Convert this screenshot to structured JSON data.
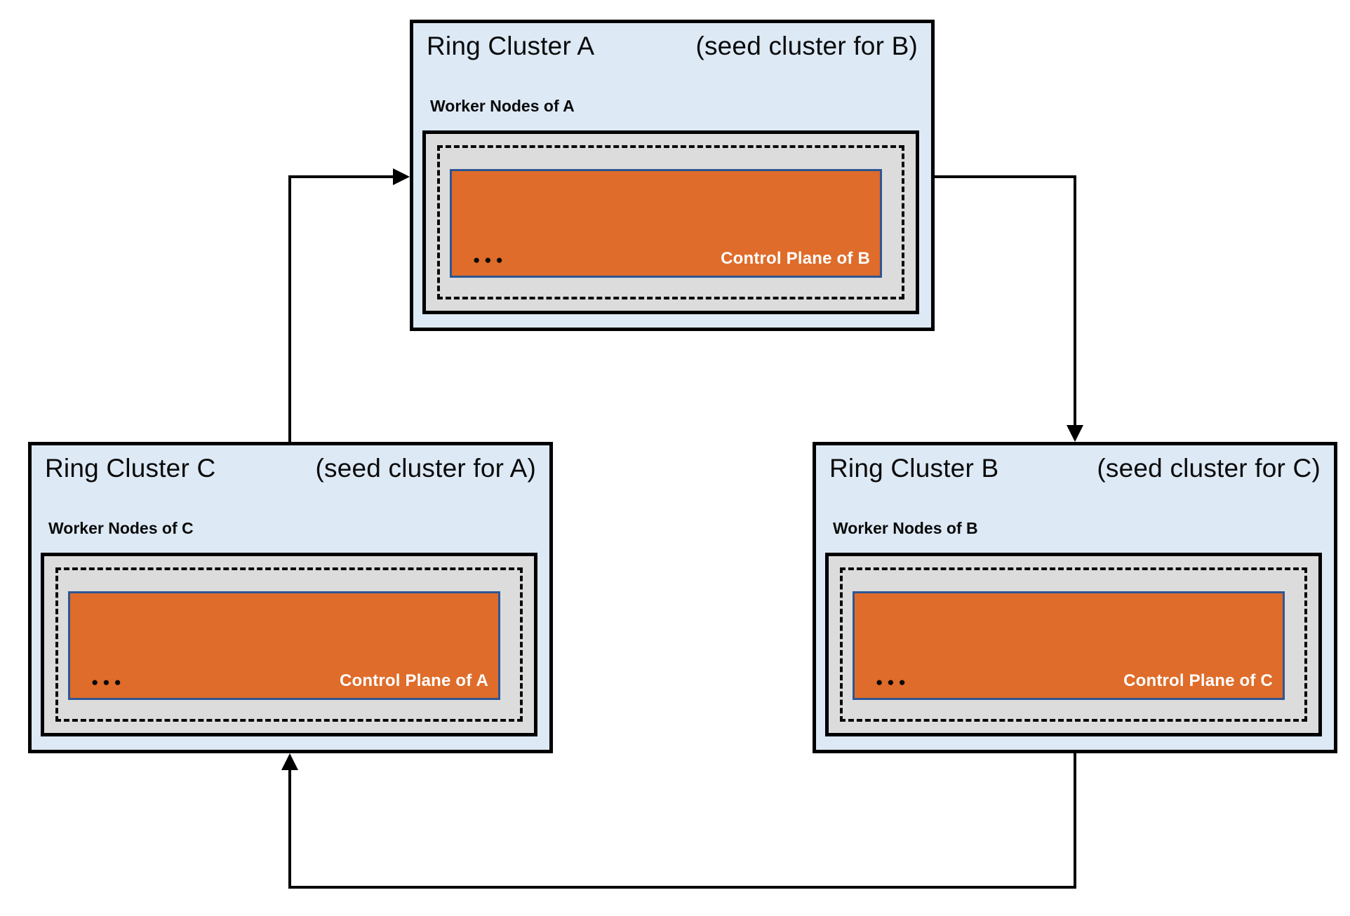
{
  "diagram": {
    "clusters": [
      {
        "id": "A",
        "title": "Ring Cluster A",
        "seed_note": "(seed cluster for B)",
        "worker_label": "Worker Nodes of A",
        "control_plane_label": "Control Plane of B",
        "dots": "●●●"
      },
      {
        "id": "B",
        "title": "Ring Cluster B",
        "seed_note": "(seed cluster for C)",
        "worker_label": "Worker Nodes of B",
        "control_plane_label": "Control Plane of C",
        "dots": "●●●"
      },
      {
        "id": "C",
        "title": "Ring Cluster C",
        "seed_note": "(seed cluster for A)",
        "worker_label": "Worker Nodes of C",
        "control_plane_label": "Control Plane of A",
        "dots": "●●●"
      }
    ],
    "connections": [
      {
        "from": "C",
        "to": "A"
      },
      {
        "from": "A",
        "to": "B"
      },
      {
        "from": "B",
        "to": "C"
      }
    ],
    "colors": {
      "cluster_fill": "#dde9f5",
      "worker_node_fill": "#dcdcdc",
      "control_plane_fill": "#df6c2a",
      "control_plane_border": "#2e5693",
      "connector": "#000000"
    }
  }
}
